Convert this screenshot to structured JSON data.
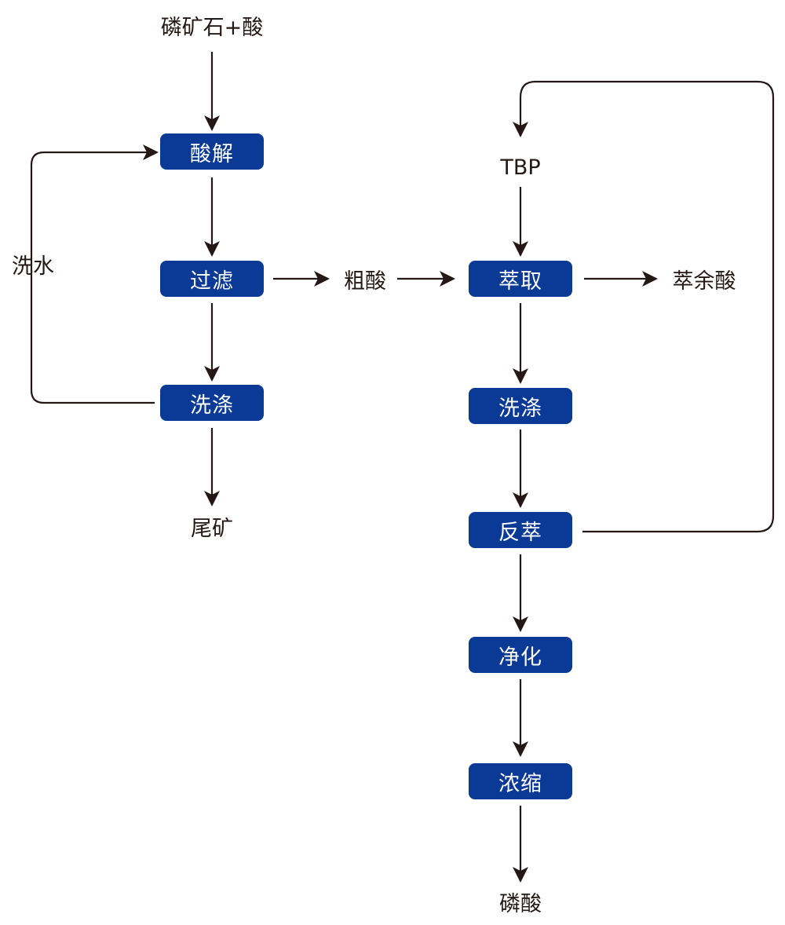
{
  "colors": {
    "box_fill": "#0a3a96",
    "box_text": "#ffffff",
    "line": "#231815",
    "label_text": "#231815"
  },
  "nodes": {
    "raw_input": "磷矿石+酸",
    "acid_leach": "酸解",
    "filtration": "过滤",
    "washing_left": "洗涤",
    "tailings": "尾矿",
    "wash_water": "洗水",
    "crude_acid": "粗酸",
    "extraction": "萃取",
    "raffinate": "萃余酸",
    "tbp": "TBP",
    "washing_right": "洗涤",
    "stripping": "反萃",
    "purification": "净化",
    "concentration": "浓缩",
    "product": "磷酸"
  }
}
